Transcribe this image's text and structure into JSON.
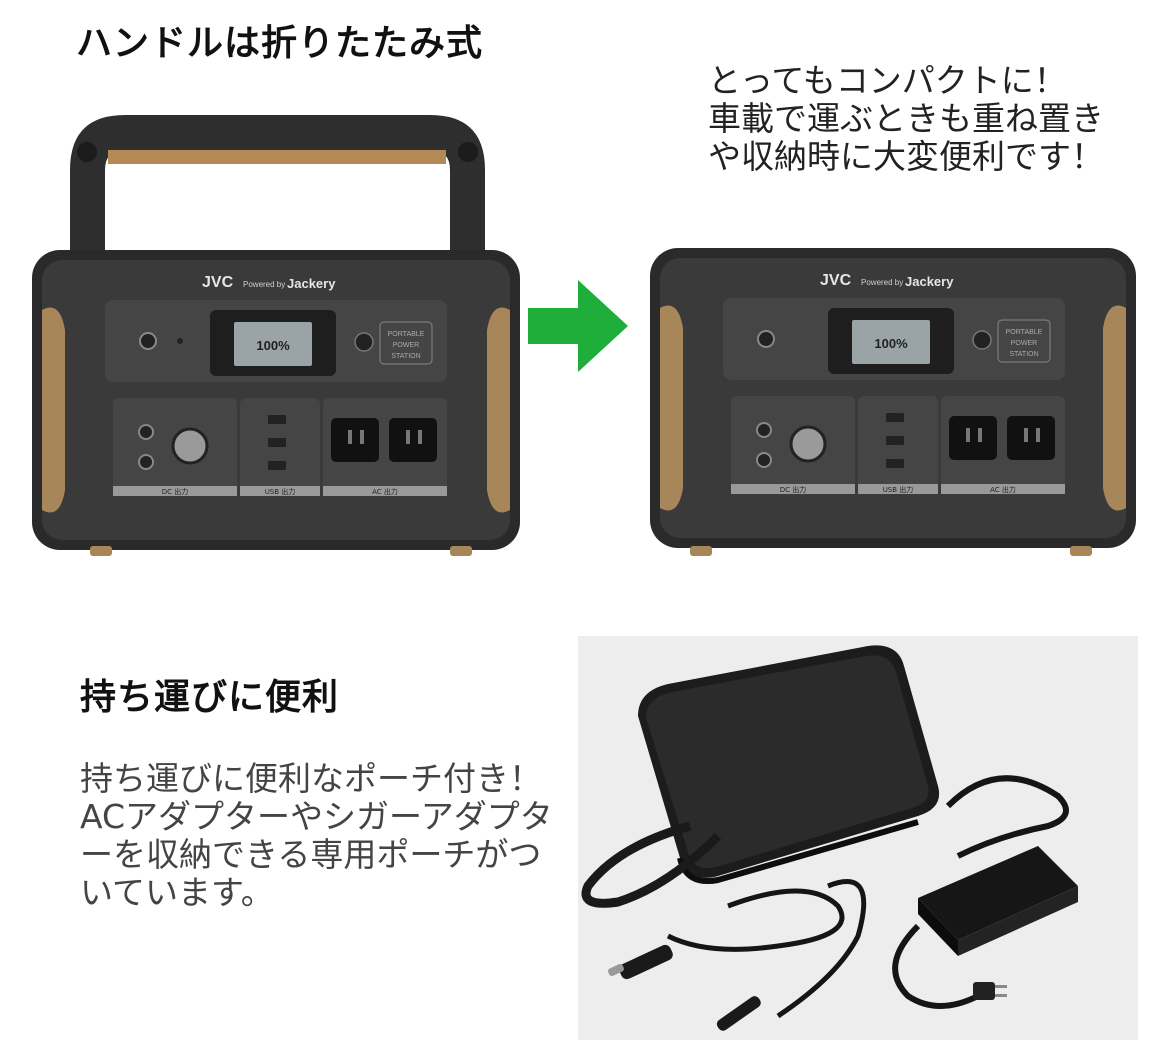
{
  "section1": {
    "title": "ハンドルは折りたたみ式",
    "caption_lines": [
      "とってもコンパクトに！",
      "車載で運ぶときも重ね置き",
      "や収納時に大変便利です！"
    ]
  },
  "section2": {
    "title": "持ち運びに便利",
    "body_lines": [
      "持ち運びに便利なポーチ付き！",
      "ACアダプターやシガーアダプタ",
      "ーを収納できる専用ポーチがつ",
      "いています。"
    ]
  },
  "device": {
    "brand": "JVC",
    "powered_by": "Powered by",
    "partner": "Jackery",
    "display_value": "100%",
    "panel_label_lines": [
      "PORTABLE",
      "POWER",
      "STATION"
    ],
    "section_labels": [
      "DC 出力",
      "USB 出力",
      "AC 出力"
    ]
  },
  "colors": {
    "arrow": "#1fae3a",
    "bumper": "#a7865a",
    "body": "#3a3a3a"
  }
}
